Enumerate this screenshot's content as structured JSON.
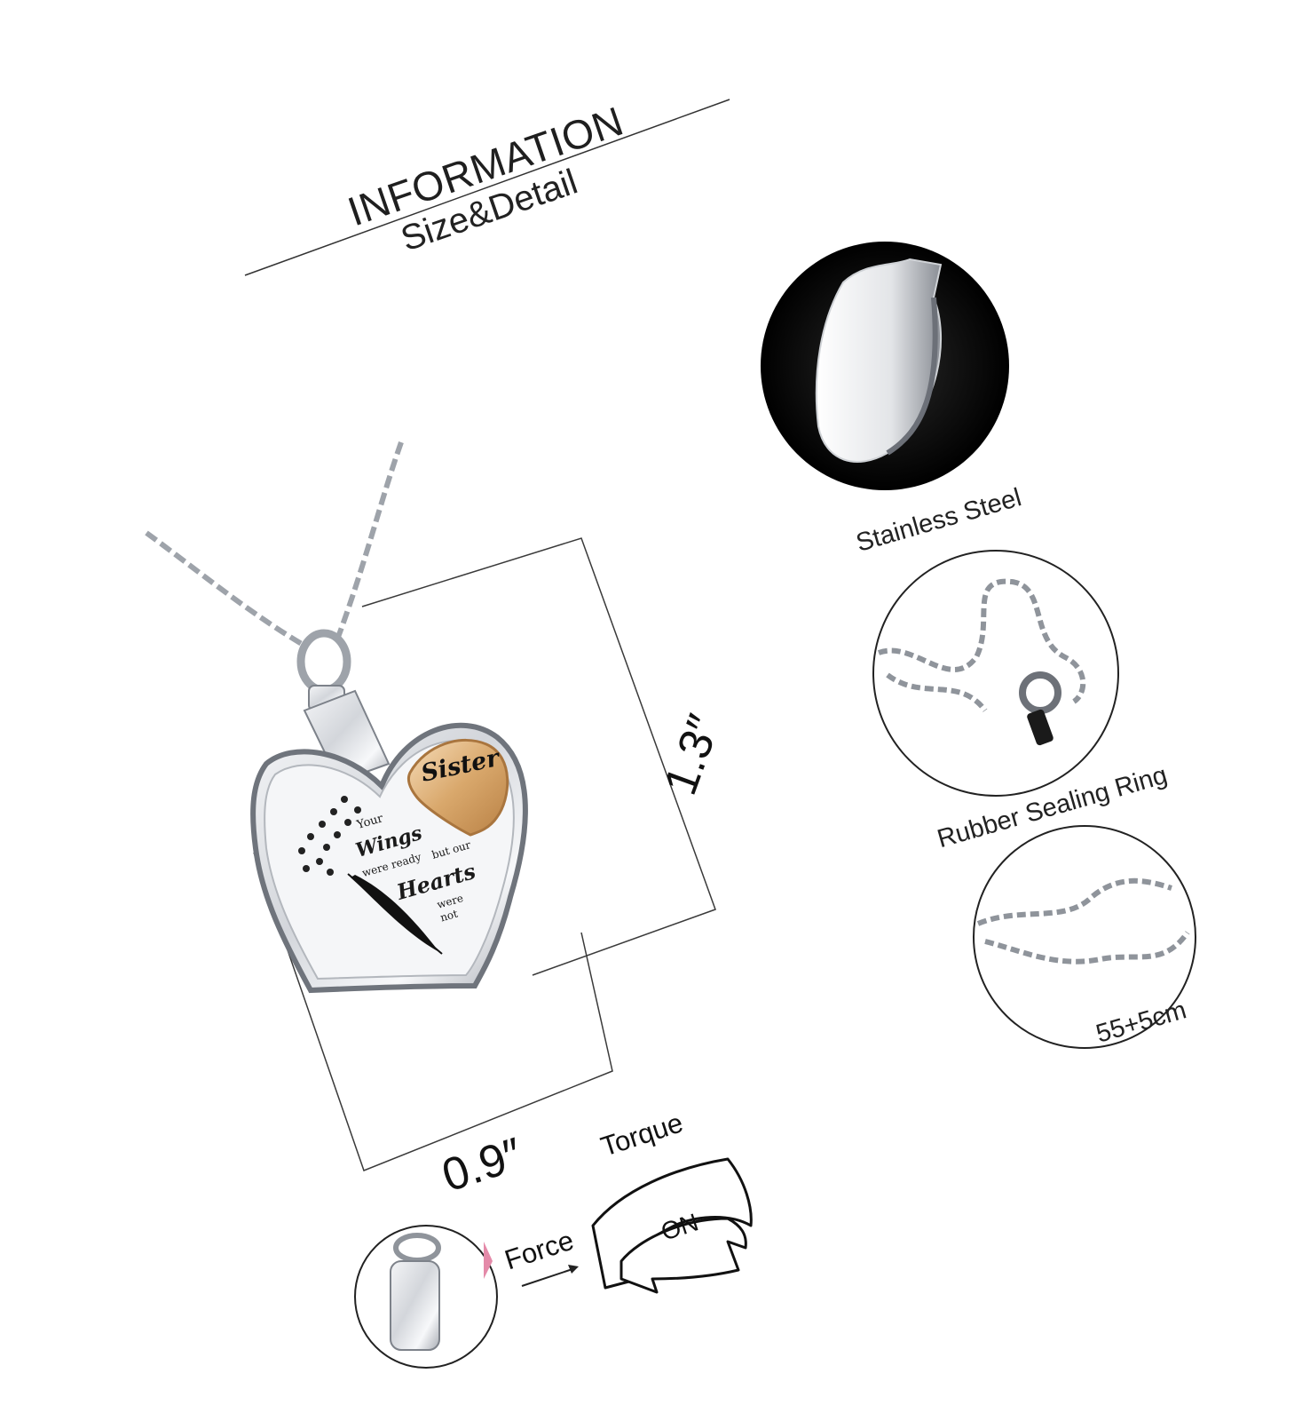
{
  "header": {
    "title": "INFORMATION",
    "subtitle": "Size&Detail"
  },
  "pendant": {
    "badge": "Sister",
    "engraving": {
      "line1": "Your",
      "line2": "Wings",
      "line3": "were ready",
      "line4": "but our",
      "line5": "Hearts",
      "line6": "were",
      "line7": "not"
    }
  },
  "dimensions": {
    "height": "1.3″",
    "width": "0.9″"
  },
  "details": {
    "material_label": "Stainless Steel",
    "seal_label": "Rubber Sealing Ring",
    "chain_label": "55+5cm"
  },
  "instructions": {
    "torque_label": "Torque",
    "force_label": "Force",
    "on_label": "ON"
  },
  "colors": {
    "gold": "#d9a86c",
    "silver": "#c9ccd1",
    "text": "#1a1a1a"
  }
}
